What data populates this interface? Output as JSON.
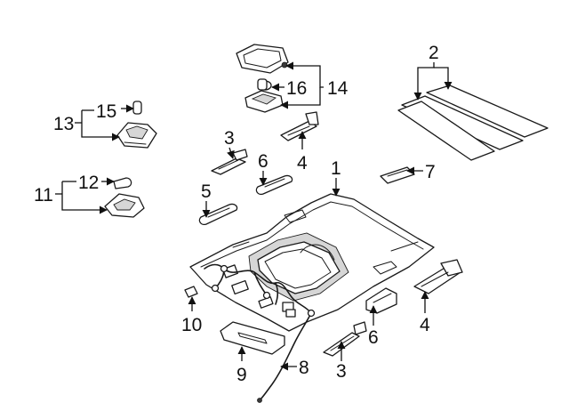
{
  "diagram": {
    "colors": {
      "line": "#1a1a1a",
      "background": "#ffffff",
      "fill": "#f2f2f2"
    },
    "callouts": [
      "1",
      "2",
      "3",
      "3",
      "4",
      "4",
      "5",
      "6",
      "6",
      "7",
      "8",
      "9",
      "10",
      "11",
      "12",
      "13",
      "14",
      "15",
      "16"
    ]
  }
}
